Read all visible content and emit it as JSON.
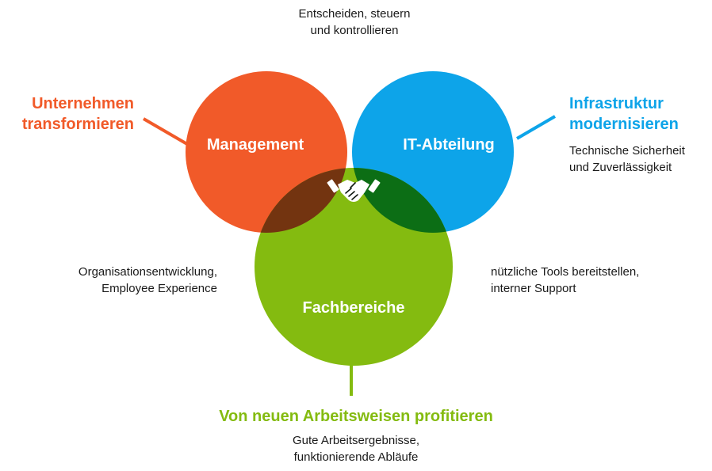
{
  "colors": {
    "management": "#f15a29",
    "it": "#0da4e9",
    "fach": "#84bb10",
    "overlap_mgmt_it": "#0d3324",
    "overlap_mgmt_fach": "#733410",
    "overlap_it_fach": "#0c6e15",
    "center": "#111b12"
  },
  "circles": {
    "management": "Management",
    "it": "IT-Abteilung",
    "fach": "Fachbereiche"
  },
  "top_note": [
    "Entscheiden, steuern",
    "und kontrollieren"
  ],
  "left_goal": [
    "Unternehmen",
    "transformieren"
  ],
  "right_goal": [
    "Infrastruktur",
    "modernisieren"
  ],
  "right_note": [
    "Technische Sicherheit",
    "und Zuverlässigkeit"
  ],
  "left_mid_note": [
    "Organisationsentwicklung,",
    "Employee Experience"
  ],
  "right_mid_note": [
    "nützliche Tools bereitstellen,",
    "interner Support"
  ],
  "bottom_goal": "Von neuen Arbeitsweisen profitieren",
  "bottom_note": [
    "Gute Arbeitsergebnisse,",
    "funktionierende Abläufe"
  ],
  "center_icon": "handshake-icon"
}
